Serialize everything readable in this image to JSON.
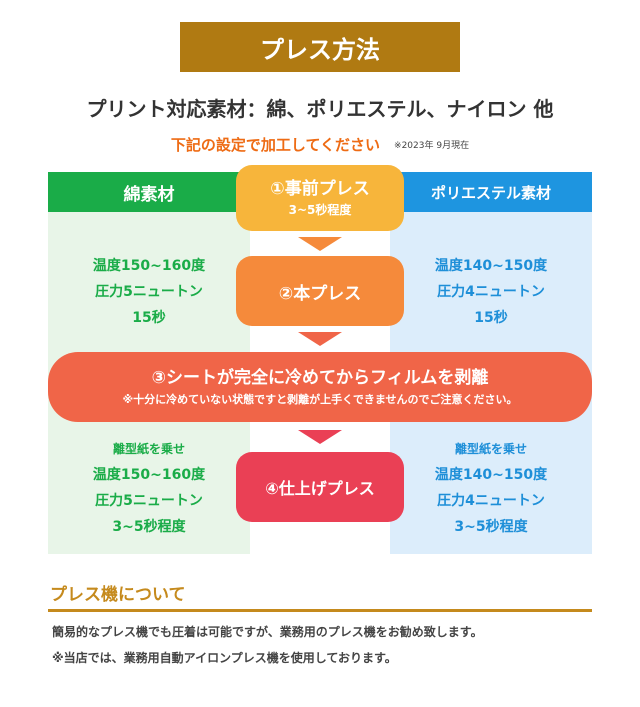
{
  "title": "プレス方法",
  "subtitle": "プリント対応素材：綿、ポリエステル、ナイロン 他",
  "notice": {
    "main": "下記の設定で加工してください",
    "date": "※2023年 9月現在"
  },
  "columns": {
    "cotton": {
      "header": "綿素材",
      "step2": [
        "温度150~160度",
        "圧力5ニュートン",
        "15秒"
      ],
      "step4": [
        "離型紙を乗せ",
        "温度150~160度",
        "圧力5ニュートン",
        "3~5秒程度"
      ]
    },
    "polyester": {
      "header": "ポリエステル素材",
      "step2": [
        "温度140~150度",
        "圧力4ニュートン",
        "15秒"
      ],
      "step4": [
        "離型紙を乗せ",
        "温度140~150度",
        "圧力4ニュートン",
        "3~5秒程度"
      ]
    }
  },
  "steps": {
    "step1": {
      "label": "①事前プレス",
      "sub": "3~5秒程度"
    },
    "step2": {
      "label": "②本プレス"
    },
    "step3": {
      "label": "③シートが完全に冷めてからフィルムを剥離",
      "sub": "※十分に冷めていない状態ですと剥離が上手くできませんのでご注意ください。"
    },
    "step4": {
      "label": "④仕上げプレス"
    }
  },
  "press_machine": {
    "title": "プレス機について",
    "lines": [
      "簡易的なプレス機でも圧着は可能ですが、業務用のプレス機をお勧め致します。",
      "※当店では、業務用自動アイロンプレス機を使用しております。"
    ]
  },
  "colors": {
    "title_banner": "#b07a12",
    "cotton_green": "#1aac48",
    "polyester_blue": "#1e95e0",
    "step1": "#f7b53b",
    "step2": "#f58a3b",
    "step3": "#f06548",
    "step4": "#ea4055",
    "notice_orange": "#ee6b14"
  }
}
